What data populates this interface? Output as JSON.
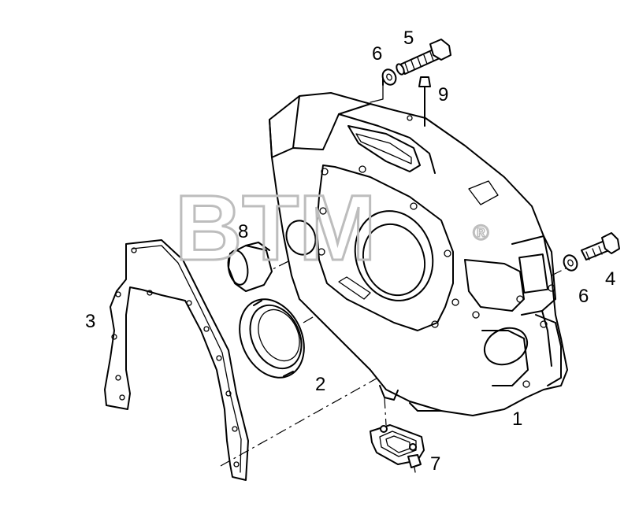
{
  "watermark": {
    "text": "BTM",
    "mark": "®",
    "color": "#bdbdbd"
  },
  "callouts": [
    {
      "id": "c1",
      "label": "1"
    },
    {
      "id": "c2",
      "label": "2"
    },
    {
      "id": "c3",
      "label": "3"
    },
    {
      "id": "c4",
      "label": "4"
    },
    {
      "id": "c5",
      "label": "5"
    },
    {
      "id": "c6a",
      "label": "6"
    },
    {
      "id": "c6b",
      "label": "6"
    },
    {
      "id": "c7",
      "label": "7"
    },
    {
      "id": "c8",
      "label": "8"
    },
    {
      "id": "c9",
      "label": "9"
    }
  ]
}
